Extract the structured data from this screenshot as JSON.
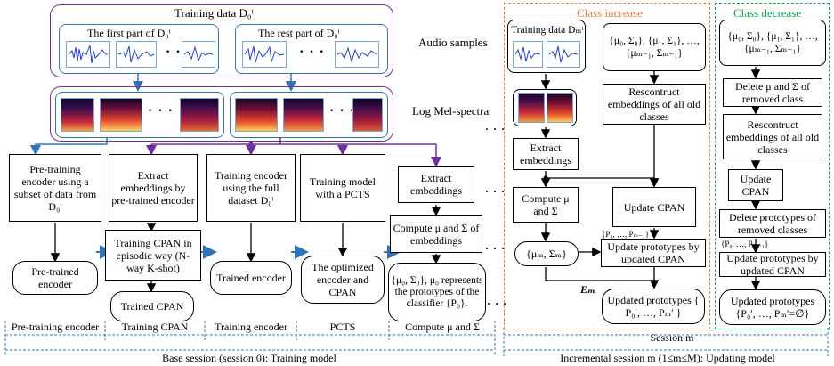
{
  "top": {
    "training_data": "Training data D₀ᵗ",
    "first_part": "The first part of D₀ᵗ",
    "rest_part": "The rest part of D₀ᵗ",
    "audio_label": "Audio samples",
    "mel_label": "Log Mel-spectra",
    "ellipsis": "· · ·"
  },
  "base": {
    "col1_box": "Pre-training encoder using a subset of data from D₀ᵗ",
    "col1_out": "Pre-trained encoder",
    "col2_box": "Extract embeddings by pre-trained encoder",
    "col2_mid": "Training CPAN in episodic way (N-way K-shot)",
    "col2_out": "Trained CPAN",
    "col3_box": "Training encoder using the full dataset D₀ᵗ",
    "col3_out": "Trained encoder",
    "col4_box": "Training model with a PCTS",
    "col4_out": "The optimized encoder and CPAN",
    "col5_box": "Extract embeddings",
    "col5_mid": "Compute μ and Σ of embeddings",
    "col5_out": "{μ₀, Σ₀}, μ₀ represents the prototypes of the classifier {P₀}.",
    "phases": [
      "Pre-training encoder",
      "Training CPAN",
      "Training encoder",
      "PCTS",
      "Compute μ and Σ"
    ],
    "session_label": "Base session (session 0): Training model"
  },
  "increase": {
    "title": "Class increase",
    "training_data": "Training data Dₘᵗ",
    "param_box": "{μ₀, Σ₀}, {μ₁, Σ₁}, …, {μₘ₋₁, Σₘ₋₁}",
    "reconstruct": "Rescontruct embeddings of all old classes",
    "extract": "Extract embeddings",
    "compute": "Compute μ and Σ",
    "mu_sigma": "{μₘ, Σₘ}",
    "update_cpan": "Update CPAN",
    "p_label": "{P₀, …, Pₘ₋₁}",
    "update_proto": "Update prototypes by updated CPAN",
    "em_label": "Eₘ",
    "updated": "Updated prototypes { P₀′, …, Pₘ′ }"
  },
  "decrease": {
    "title": "Class decrease",
    "param_box": "{μ₀, Σ₀}, {μ₁, Σ₁}, …, {μₘ₋₁, Σₘ₋₁}",
    "delete_mu": "Delete μ and Σ of removed class",
    "reconstruct": "Rescontruct embeddings of all old classes",
    "update_cpan": "Update CPAN",
    "delete_proto": "Delete prototypes of removed classes",
    "p_label": "{P₀, …, Pₘ₋₁}",
    "update_proto": "Update prototypes by updated CPAN",
    "updated": "Updated prototypes {P₀′, …, Pₘ′=∅}"
  },
  "session_m": "Session m",
  "incremental_label": "Incremental session m (1≤m≤M): Updating model",
  "colors": {
    "purple": "#7030a0",
    "blue": "#2e75b6",
    "orange": "#ed7d31",
    "green": "#00b050"
  }
}
